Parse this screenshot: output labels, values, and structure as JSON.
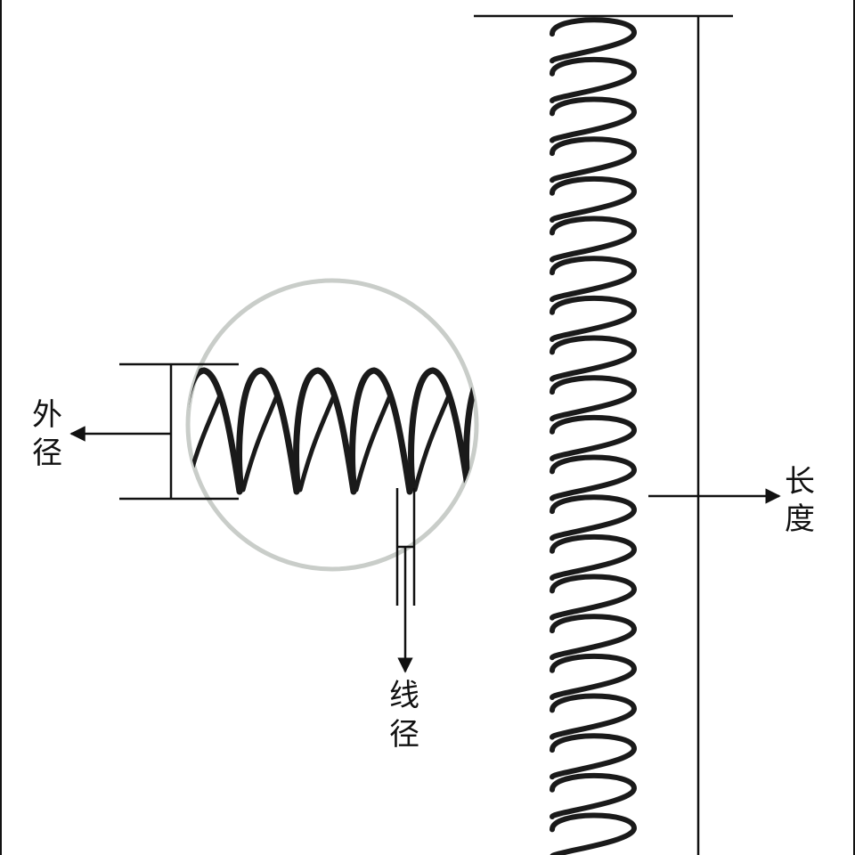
{
  "labels": {
    "outer_diameter": [
      "外",
      "径"
    ],
    "wire_diameter": [
      "线",
      "径"
    ],
    "length": [
      "长",
      "度"
    ]
  },
  "colors": {
    "background": "#ffffff",
    "line": "#111111",
    "spring": "#1a1a1a",
    "magnifier_ring": "#c9cdc9"
  }
}
